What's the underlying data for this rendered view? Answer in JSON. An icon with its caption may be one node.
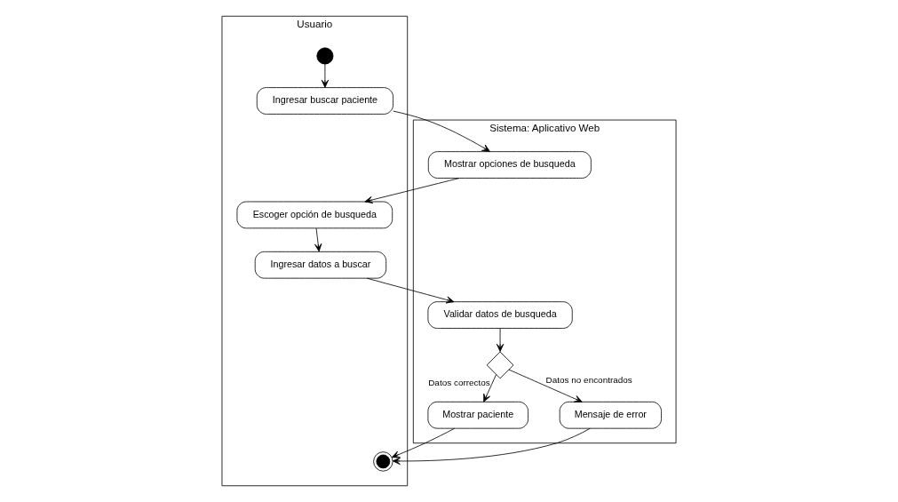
{
  "diagram": {
    "nodes": [
      {
        "text": [
          "Usuario"
        ]
      },
      {
        "text": [
          "Sistema: Aplicativo Web"
        ]
      },
      {
        "text": [],
        "shape": "circle",
        "in": 0
      },
      {
        "text": [
          "Ingresar buscar paciente"
        ],
        "in": 0
      },
      {
        "text": [
          "Mostrar opciones de busqueda"
        ],
        "in": 1
      },
      {
        "text": [
          "Escoger opción de busqueda"
        ],
        "in": 0
      },
      {
        "text": [
          "Ingresar datos a buscar"
        ],
        "in": 0
      },
      {
        "text": [
          "Validar datos de busqueda"
        ],
        "in": 1
      },
      {
        "text": [],
        "shape": "diamond",
        "in": 1
      },
      {
        "text": [
          "Mostrar paciente"
        ],
        "in": 1
      },
      {
        "text": [
          "Mensaje de error"
        ],
        "in": 1
      },
      {
        "text": [],
        "shape": "circle",
        "in": 0
      }
    ],
    "edges": [
      {
        "from": 2,
        "to": 3,
        "arrow": "to"
      },
      {
        "from": 3,
        "to": 4,
        "arrow": "to"
      },
      {
        "from": 4,
        "to": 5,
        "arrow": "to"
      },
      {
        "from": 5,
        "to": 6,
        "arrow": "to"
      },
      {
        "from": 6,
        "to": 7,
        "arrow": "to"
      },
      {
        "from": 7,
        "to": 8,
        "arrow": "to"
      },
      {
        "from": 8,
        "to": 9,
        "arrow": "to",
        "label": "Datos correctos"
      },
      {
        "from": 8,
        "to": 10,
        "arrow": "to",
        "label": "Datos no encontrados"
      },
      {
        "from": 9,
        "to": 11,
        "arrow": "to"
      },
      {
        "from": 10,
        "to": 11,
        "arrow": "to"
      }
    ]
  }
}
